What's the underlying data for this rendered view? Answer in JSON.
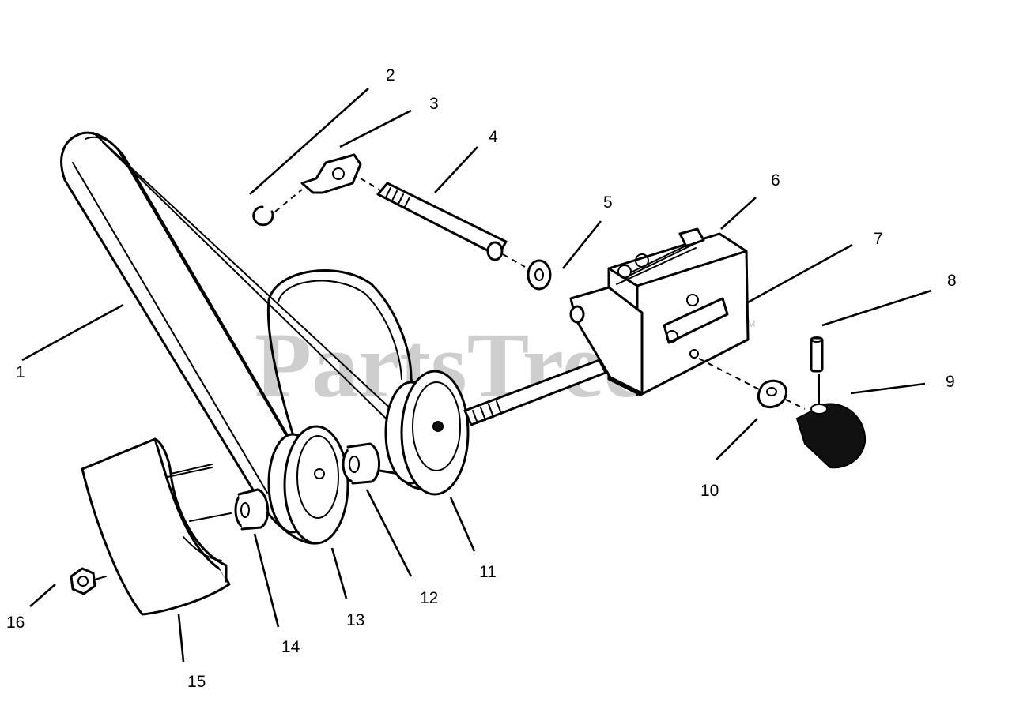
{
  "watermark": {
    "text": "PartsTree",
    "mark": "TM"
  },
  "callouts": [
    "1",
    "2",
    "3",
    "4",
    "5",
    "6",
    "7",
    "8",
    "9",
    "10",
    "11",
    "12",
    "13",
    "14",
    "15",
    "16"
  ]
}
